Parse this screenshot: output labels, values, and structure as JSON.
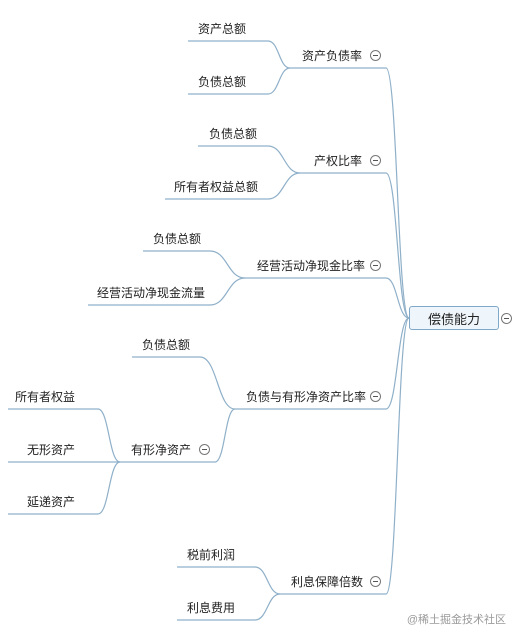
{
  "root": {
    "label": "偿债能力"
  },
  "branches": [
    {
      "label": "资产负债率",
      "children": [
        "资产总额",
        "负债总额"
      ]
    },
    {
      "label": "产权比率",
      "children": [
        "负债总额",
        "所有者权益总额"
      ]
    },
    {
      "label": "经营活动净现金比率",
      "children": [
        "负债总额",
        "经营活动净现金流量"
      ]
    },
    {
      "label": "负债与有形净资产比率",
      "children": [
        "负债总额",
        "有形净资产"
      ]
    },
    {
      "label": "利息保障倍数",
      "children": [
        "税前利润",
        "利息费用"
      ]
    }
  ],
  "sub_branch": {
    "label": "有形净资产",
    "children": [
      "所有者权益",
      "无形资产",
      "延递资产"
    ]
  },
  "watermark": "@稀土掘金技术社区",
  "colors": {
    "line": "#8fb0c9",
    "root_border": "#7fa7c7",
    "root_fill": "#eef5fb"
  }
}
